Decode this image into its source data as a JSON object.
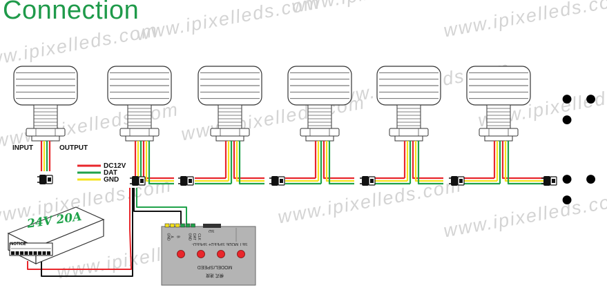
{
  "title": "Connection",
  "watermark_text": "www.ipixelleds.com",
  "labels": {
    "input": "INPUT",
    "output": "OUTPUT"
  },
  "legend": [
    {
      "label": "DC12V",
      "color": "#e8262b"
    },
    {
      "label": "DAT",
      "color": "#1fa24a"
    },
    {
      "label": "GND",
      "color": "#f5e21a"
    }
  ],
  "power_supply": {
    "label": "24V 20A",
    "notice": "NOTICE"
  },
  "controller": {
    "pin_labels": [
      "CLK",
      "DAT",
      "GND"
    ],
    "pin_labels_left": [
      "GND",
      "A",
      "B"
    ],
    "sd_label": "SD",
    "buttons_label": "SET  MODE  SPEED+  SPEED-",
    "bottom_label": "MODEL/SPEED",
    "bottom_label2": "模式   速度"
  },
  "more_indicator": "● ● ●",
  "colors": {
    "title": "#1f9a4a",
    "red": "#e8262b",
    "green": "#1fa24a",
    "yellow": "#f5e21a",
    "button": "#e8262b"
  }
}
